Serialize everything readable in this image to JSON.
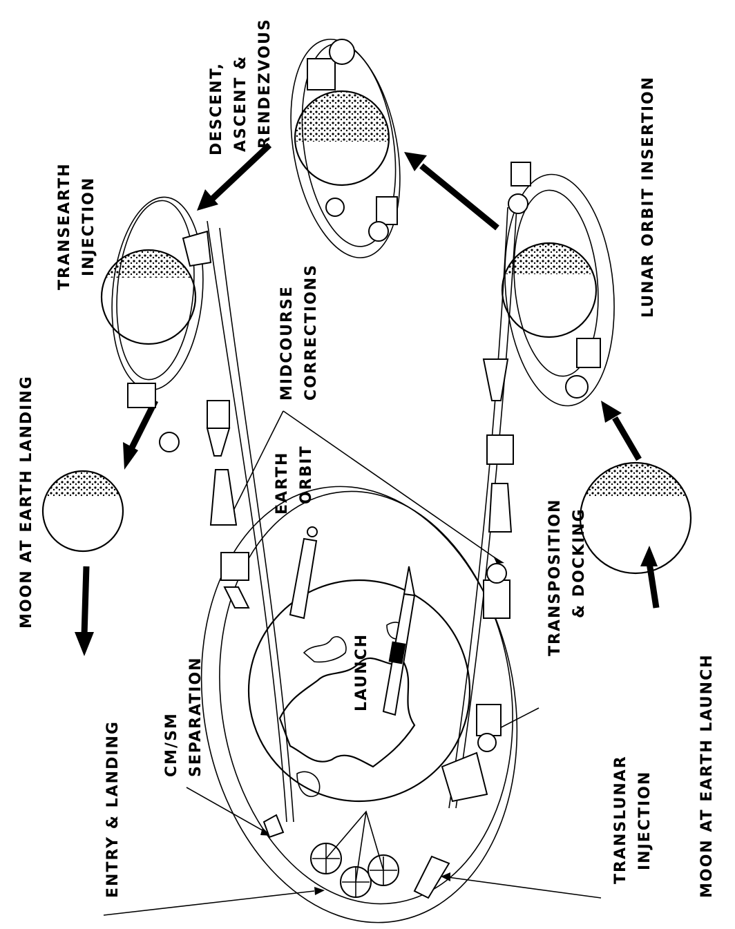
{
  "labels": {
    "moon_at_earth_landing": "MOON AT EARTH LANDING",
    "moon_at_earth_launch": "MOON AT EARTH LAUNCH",
    "entry_landing": "ENTRY & LANDING",
    "cm_sm_line1": "CM/SM",
    "cm_sm_line2": "SEPARATION",
    "transearth_line1": "TRANSEARTH",
    "transearth_line2": "INJECTION",
    "descent_line1": "DESCENT,",
    "descent_line2": "ASCENT &",
    "descent_line3": "RENDEZVOUS",
    "midcourse_line1": "MIDCOURSE",
    "midcourse_line2": "CORRECTIONS",
    "lunar_orbit_insertion": "LUNAR ORBIT INSERTION",
    "earth_orbit_line1": "EARTH",
    "earth_orbit_line2": "ORBIT",
    "launch": "LAUNCH",
    "transposition_line1": "TRANSPOSITION",
    "transposition_line2": "& DOCKING",
    "translunar_line1": "TRANSLUNAR",
    "translunar_line2": "INJECTION"
  }
}
